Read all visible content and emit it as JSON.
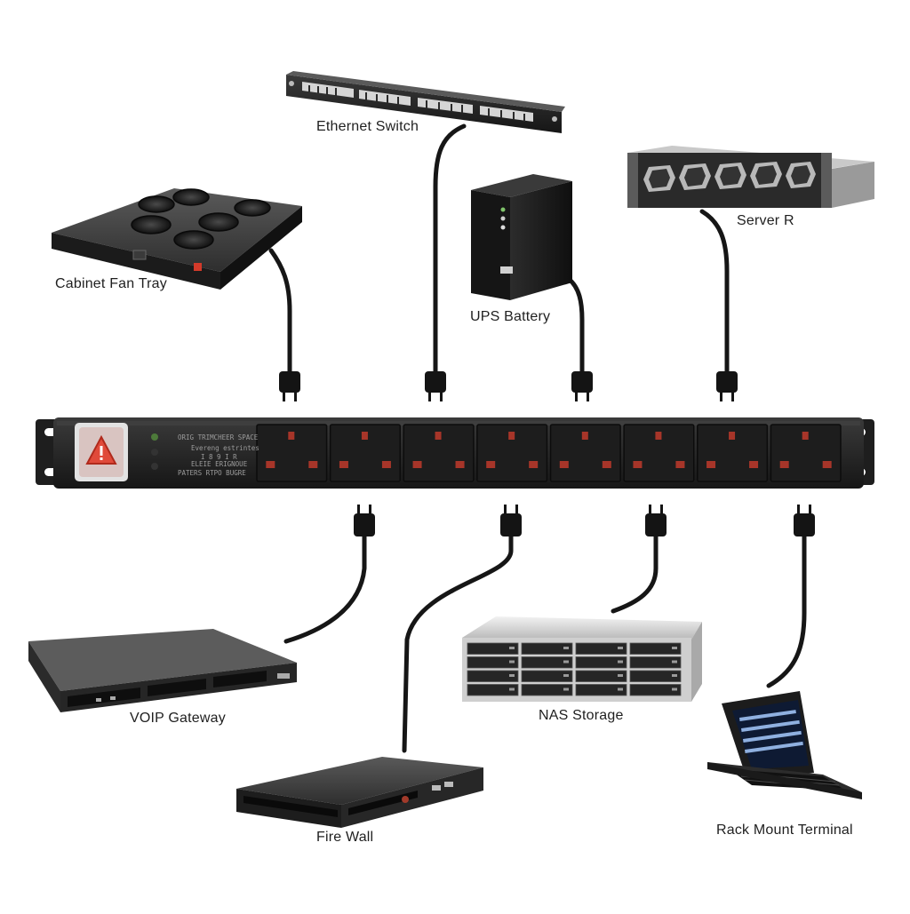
{
  "diagram": {
    "devices": {
      "ethernet_switch": "Ethernet Switch",
      "cabinet_fan_tray": "Cabinet Fan Tray",
      "ups_battery": "UPS Battery",
      "server": "Server R",
      "voip_gateway": "VOIP Gateway",
      "fire_wall": "Fire Wall",
      "nas_storage": "NAS Storage",
      "rack_mount_terminal": "Rack Mount Terminal"
    },
    "pdu": {
      "outlet_count": 8,
      "panel_text": [
        "ORIG TRIMCHEER SPACE",
        "Evereng estrintes",
        "I 8 9 I R",
        "ELEIE ERIGNOUE",
        "PATERS RTPO BUGRE"
      ]
    },
    "colors": {
      "device_body": "#2b2b2b",
      "cable": "#161616",
      "outlet_accent": "#c0392b",
      "power_switch": "#e04a3a"
    }
  }
}
